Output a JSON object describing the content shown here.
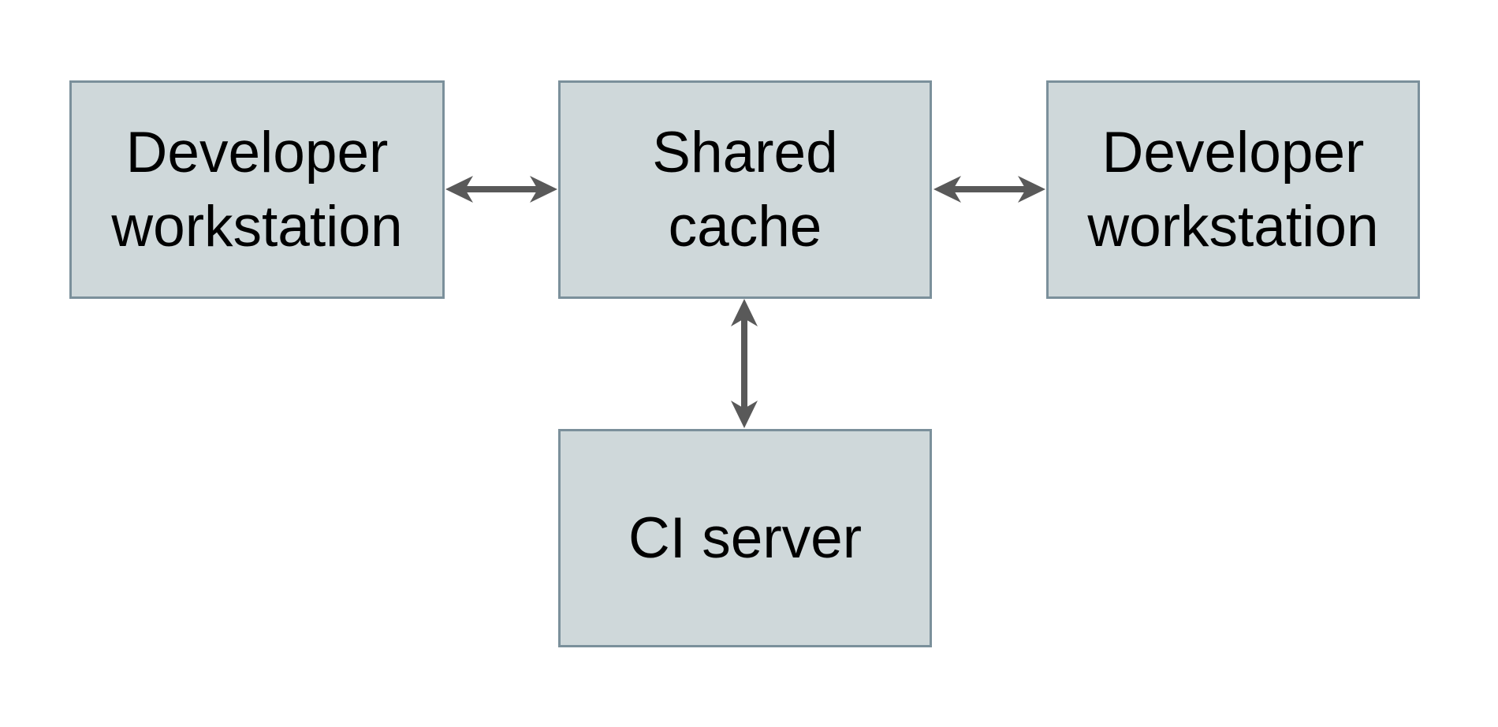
{
  "diagram": {
    "title": "",
    "nodes": [
      {
        "id": "developer-workstation-left",
        "label": "Developer\nworkstation"
      },
      {
        "id": "shared-cache",
        "label": "Shared\ncache"
      },
      {
        "id": "developer-workstation-right",
        "label": "Developer\nworkstation"
      },
      {
        "id": "ci-server",
        "label": "CI server"
      }
    ],
    "edges": [
      {
        "from": "developer-workstation-left",
        "to": "shared-cache",
        "direction": "bidirectional"
      },
      {
        "from": "shared-cache",
        "to": "developer-workstation-right",
        "direction": "bidirectional"
      },
      {
        "from": "shared-cache",
        "to": "ci-server",
        "direction": "bidirectional"
      }
    ],
    "colors": {
      "background": "#ffffff",
      "node_fill": "#cfd8da",
      "node_border": "#7b909b",
      "arrow": "#595959",
      "text": "#000000"
    }
  }
}
